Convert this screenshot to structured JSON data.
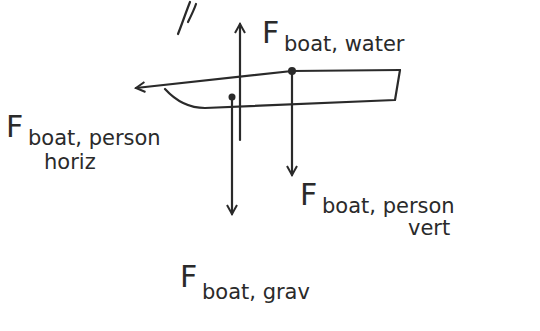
{
  "diagram": {
    "labels": [
      "F",
      "boat, water",
      "F",
      "boat, person",
      "horiz",
      "F",
      "boat, person",
      "vert",
      "F",
      "boat, grav"
    ]
  }
}
